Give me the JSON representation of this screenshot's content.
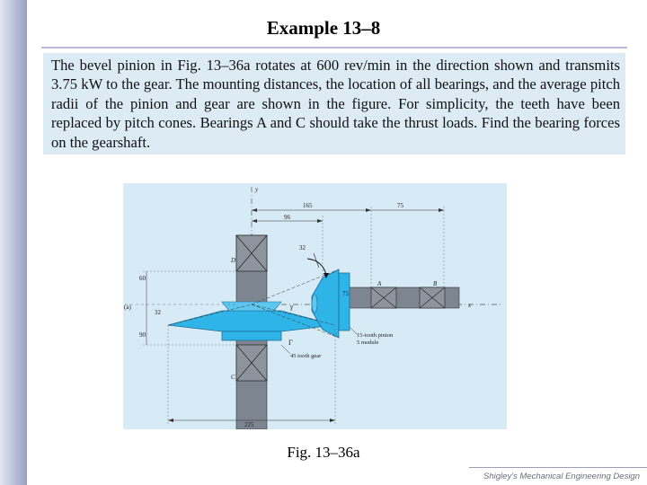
{
  "slide": {
    "title": "Example 13–8",
    "problem_text": "The bevel pinion in Fig. 13–36a rotates at 600 rev/min in the direction shown and transmits 3.75 kW to the gear. The mounting distances, the location of all bearings, and the average pitch radii of the pinion and gear are shown in the figure. For simplicity, the teeth have been replaced by pitch cones. Bearings A and C should take the thrust loads. Find the bearing forces on the gearshaft.",
    "caption": "Fig. 13–36a",
    "footer": "Shigley's Mechanical Engineering Design"
  },
  "figure": {
    "dims": {
      "d165": "165",
      "d75top": "75",
      "d96": "96",
      "d32top": "32",
      "d60": "60",
      "d75side": "75",
      "d32left": "32",
      "d90": "90",
      "d225": "225"
    },
    "labels": {
      "y_axis": "y",
      "x_axis": "x",
      "bearing_D": "D",
      "bearing_A": "A",
      "bearing_B": "B",
      "bearing_C": "C",
      "view_a": "(a)",
      "gamma": "γ",
      "Gamma": "Γ",
      "pinion_line1": "15-tooth pinion",
      "pinion_line2": "5 module",
      "gear_label": "45 tooth gear"
    }
  },
  "colors": {
    "sidebar": "#97a1c6",
    "problem_box_bg": "#dcebf4",
    "figure_bg": "#d7ebf6",
    "gear_blue": "#2fb4e8",
    "shaft_gray": "#7d8590"
  }
}
